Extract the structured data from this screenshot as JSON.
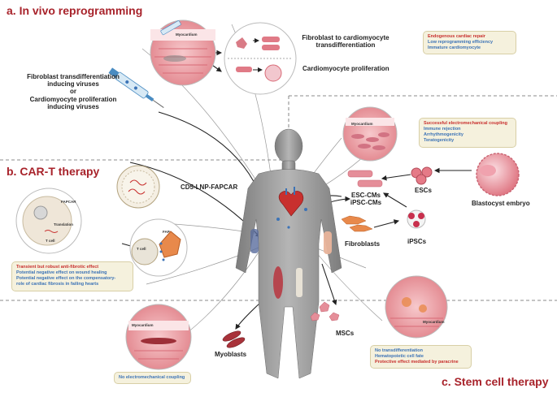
{
  "sections": {
    "a": "a. In vivo reprogramming",
    "b": "b. CAR-T therapy",
    "c": "c. Stem cell therapy"
  },
  "in_vivo": {
    "syringe_text": [
      "Fibroblast  transdifferentiation",
      "inducing viruses",
      "or",
      "Cardiomyocyte proliferation",
      "inducing viruses"
    ],
    "myocardium": "Myocardium",
    "transdiff": [
      "Fibroblast  to cardiomyocyte",
      "transdifferentiation"
    ],
    "proliferation": "Cardiomyocyte proliferation",
    "box": [
      {
        "text": "Endogenous cardiac repair",
        "color": "red"
      },
      {
        "text": "Low reprogramming efficiency",
        "color": "blue"
      },
      {
        "text": "Immature cardiomyocyte",
        "color": "blue"
      }
    ]
  },
  "car_t": {
    "construct": "CD5-LNP-FAPCAR",
    "fapcar": "FAPCAR",
    "translation": "Translation",
    "t_cell": "T cell",
    "t_cell2": "T cell",
    "fap": "FAP",
    "box": [
      {
        "text": "Transient but robust anti-fibrotic effect",
        "color": "red"
      },
      {
        "text": "Potential negative effect on wound healing",
        "color": "blue"
      },
      {
        "text": "Potential negative effect on the compensatory-",
        "color": "blue"
      },
      {
        "text": "role of cardiac fibrosis in failing hearts",
        "color": "blue"
      }
    ]
  },
  "stem": {
    "myocardium": "Myocardium",
    "box_top": [
      {
        "text": "Successful electromechanical coupling",
        "color": "red"
      },
      {
        "text": "Immune rejection",
        "color": "blue"
      },
      {
        "text": "Arrhythmogenicity",
        "color": "blue"
      },
      {
        "text": "Teratogenicity",
        "color": "blue"
      }
    ],
    "escs": "ESCs",
    "blastocyst": "Blastocyst embryo",
    "esc_cms": "ESC-CMs",
    "ipsc_cms": "iPSC-CMs",
    "fibroblasts": "Fibroblasts",
    "ipscs": "iPSCs",
    "mscs": "MSCs",
    "myoblasts": "Myoblasts",
    "myocardium_msc": "Myocardium",
    "myocardium_myo": "Myocardium",
    "box_msc": [
      {
        "text": "No transdifferentiation",
        "color": "blue"
      },
      {
        "text": "Hematopoietic cell fate",
        "color": "blue"
      },
      {
        "text": "Protective effect mediated by paracrine",
        "color": "red"
      }
    ],
    "box_myo": [
      {
        "text": "No electromechanical coupling",
        "color": "blue"
      }
    ]
  }
}
